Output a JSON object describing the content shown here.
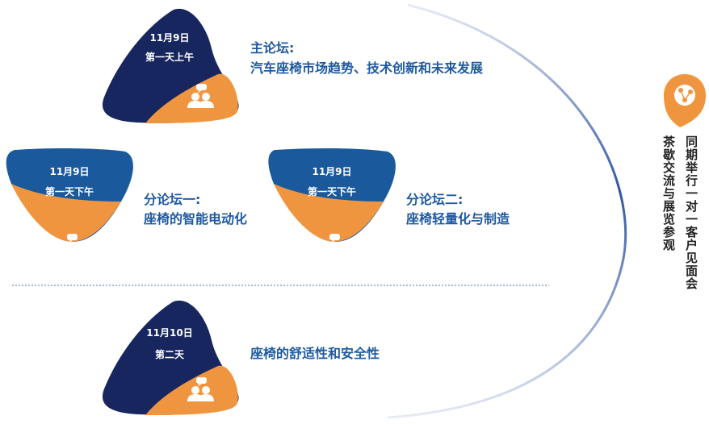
{
  "colors": {
    "navy": "#17265f",
    "blue": "#1a5a9c",
    "orange": "#f0953f",
    "text_blue": "#1f5aa0",
    "arc_blue": "#3b62ae",
    "divider": "#4a73b5"
  },
  "sessions": [
    {
      "date": "11月9日",
      "period": "第一天上午",
      "title": "主论坛:",
      "subtitle": "汽车座椅市场趋势、技术创新和未来发展",
      "icon": "people-chat-icon"
    },
    {
      "date": "11月9日",
      "period": "第一天下午",
      "title": "分论坛一:",
      "subtitle": "座椅的智能电动化",
      "icon": "people-chat-icon"
    },
    {
      "date": "11月9日",
      "period": "第一天下午",
      "title": "分论坛二:",
      "subtitle": "座椅轻量化与制造",
      "icon": "people-chat-icon"
    },
    {
      "date": "11月10日",
      "period": "第二天",
      "title": "",
      "subtitle": "座椅的舒适性和安全性",
      "icon": "people-chat-icon"
    }
  ],
  "side": {
    "icon": "location-pin-network-icon",
    "line1": "同期举行一对一客户见面会",
    "line2": "茶歇交流与展览参观"
  }
}
